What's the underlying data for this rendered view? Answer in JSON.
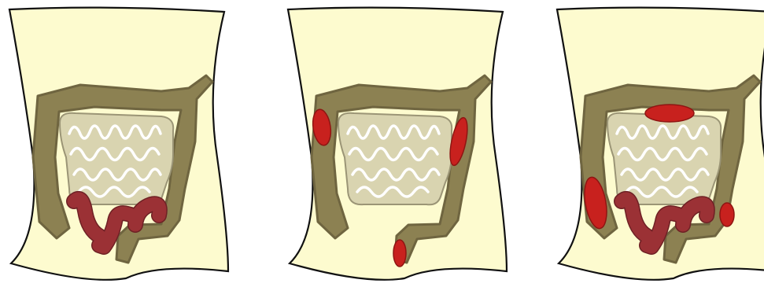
{
  "figure": {
    "panels": [
      {
        "label": "",
        "lesions": [
          {
            "kind": "segment",
            "location": "distal-ileum"
          }
        ]
      },
      {
        "label": "",
        "lesions": [
          {
            "kind": "patch",
            "location": "ascending-colon"
          },
          {
            "kind": "patch",
            "location": "descending-colon"
          },
          {
            "kind": "patch",
            "location": "rectum"
          }
        ]
      },
      {
        "label": "",
        "lesions": [
          {
            "kind": "patch",
            "location": "transverse-colon"
          },
          {
            "kind": "patch",
            "location": "ascending-colon"
          },
          {
            "kind": "patch",
            "location": "sigmoid-colon"
          },
          {
            "kind": "segment",
            "location": "distal-ileum"
          }
        ]
      }
    ],
    "colors": {
      "torso_fill": "#fdfbcf",
      "torso_outline": "#111111",
      "colon": "#8c8152",
      "colon_outline": "#6f6540",
      "small_intestine": "#d9d4b0",
      "small_intestine_outline": "#9b9576",
      "inflamed_ileum": "#9b3135",
      "lesion": "#c8211e"
    }
  }
}
